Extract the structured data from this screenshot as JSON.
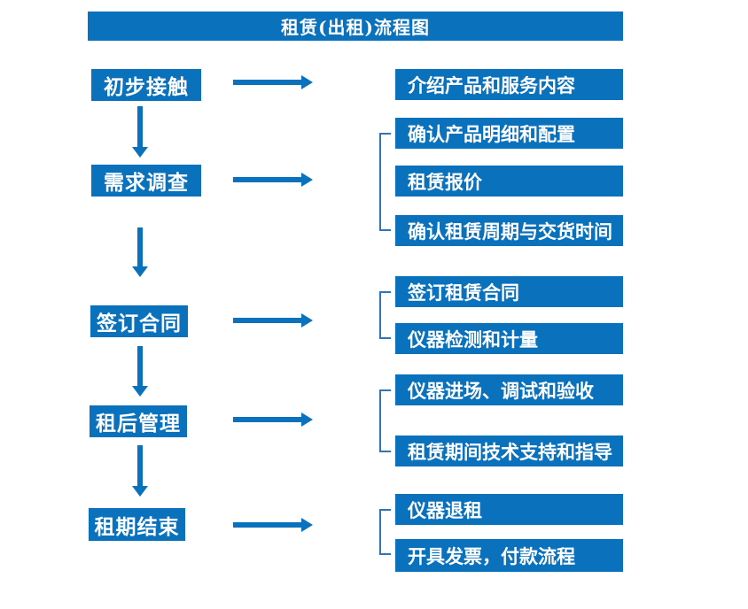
{
  "title": "租赁(出租)流程图",
  "colors": {
    "primary": "#0a71bc",
    "bracket": "#2e74b6",
    "text_on_blue": "#ffffff"
  },
  "stages": [
    {
      "label": "初步接触",
      "substeps": [
        "介绍产品和服务内容"
      ]
    },
    {
      "label": "需求调查",
      "substeps": [
        "确认产品明细和配置",
        "租赁报价",
        "确认租赁周期与交货时间"
      ]
    },
    {
      "label": "签订合同",
      "substeps": [
        "签订租赁合同",
        "仪器检测和计量"
      ]
    },
    {
      "label": "租后管理",
      "substeps": [
        "仪器进场、调试和验收",
        "租赁期间技术支持和指导"
      ]
    },
    {
      "label": "租期结束",
      "substeps": [
        "仪器退租",
        "开具发票，付款流程"
      ]
    }
  ]
}
